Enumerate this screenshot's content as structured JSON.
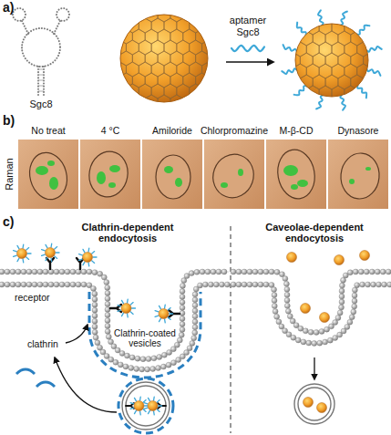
{
  "diagram": {
    "labels": [
      "a)",
      "Sgc8",
      "aptamer",
      "Sgc8",
      "b)",
      "No treat",
      "4 °C",
      "Amiloride",
      "Chlorpromazine",
      "M-β-CD",
      "Dynasore",
      "Raman",
      "c)",
      "Clathrin-dependent endocytosis",
      "Caveolae-dependent endocytosis",
      "receptor",
      "Clathrin-coated vesicles",
      "clathrin"
    ]
  }
}
